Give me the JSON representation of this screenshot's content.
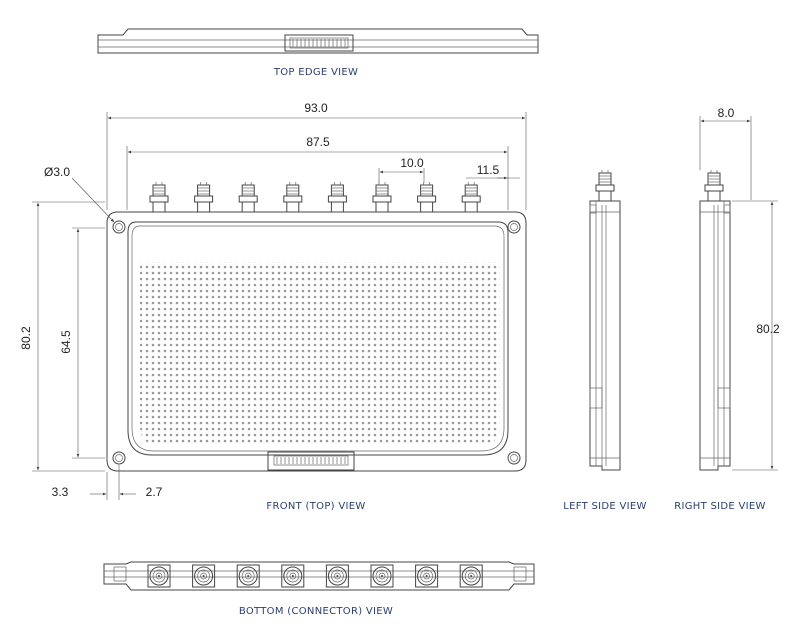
{
  "views": {
    "top_edge": "TOP EDGE VIEW",
    "front": "FRONT (TOP) VIEW",
    "left_side": "LEFT SIDE VIEW",
    "right_side": "RIGHT SIDE VIEW",
    "bottom": "BOTTOM (CONNECTOR) VIEW"
  },
  "dimensions": {
    "overall_width": "93.0",
    "connector_span": "87.5",
    "connector_pitch": "10.0",
    "end_offset": "11.5",
    "hole_diameter": "Ø3.0",
    "overall_height": "80.2",
    "hole_spacing": "64.5",
    "bottom_offset": "3.3",
    "side_offset": "2.7",
    "thickness": "8.0",
    "side_height": "80.2"
  },
  "connector_count": 8,
  "colors": {
    "label": "#2a3f6e",
    "line": "#444444"
  }
}
